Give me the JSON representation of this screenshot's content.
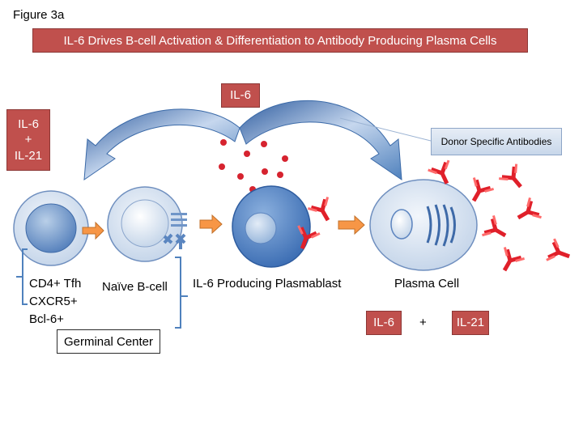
{
  "figure_label": "Figure 3a",
  "title": "IL-6 Drives B-cell Activation & Differentiation to Antibody Producing Plasma Cells",
  "cytokines": {
    "top": "IL-6",
    "left_line1": "IL-6",
    "left_line2": "+",
    "left_line3": "IL-21",
    "bottom_il6": "IL-6",
    "bottom_plus": "+",
    "bottom_il21": "IL-21"
  },
  "donor_specific_antibodies": "Donor Specific Antibodies",
  "cells": {
    "tfh_line1": "CD4+ Tfh",
    "tfh_line2": "CXCR5+",
    "tfh_line3": "Bcl-6+",
    "naive_b": "Naïve B-cell",
    "plasmablast": "IL-6 Producing Plasmablast",
    "plasma_cell": "Plasma Cell"
  },
  "germinal_center": "Germinal Center",
  "colors": {
    "red_box": "#c0504d",
    "arrow_blue": "#4f81bd",
    "orange_arrow": "#f79646",
    "antibody_red": "#e0202a"
  }
}
